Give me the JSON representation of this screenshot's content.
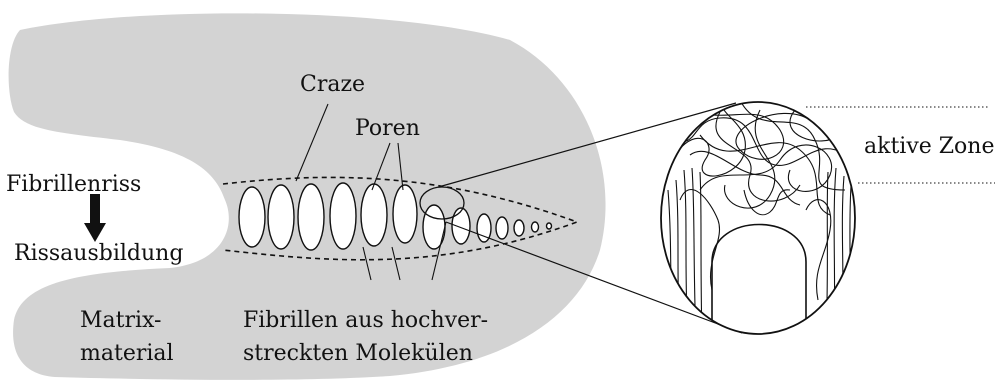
{
  "labels": {
    "craze": "Craze",
    "poren": "Poren",
    "fibrillenriss": "Fibrillenriss",
    "rissausbildung": "Rissausbildung",
    "matrix_line1": "Matrix-",
    "matrix_line2": "material",
    "fibrillen_line1": "Fibrillen aus hochver-",
    "fibrillen_line2": "streckten Molekülen",
    "aktive_zone": "aktive Zone"
  },
  "colors": {
    "matrix_fill": "#d3d3d3",
    "stroke": "#111111",
    "background": "#ffffff"
  },
  "icons": {
    "process_arrow": "arrow-down-icon"
  }
}
